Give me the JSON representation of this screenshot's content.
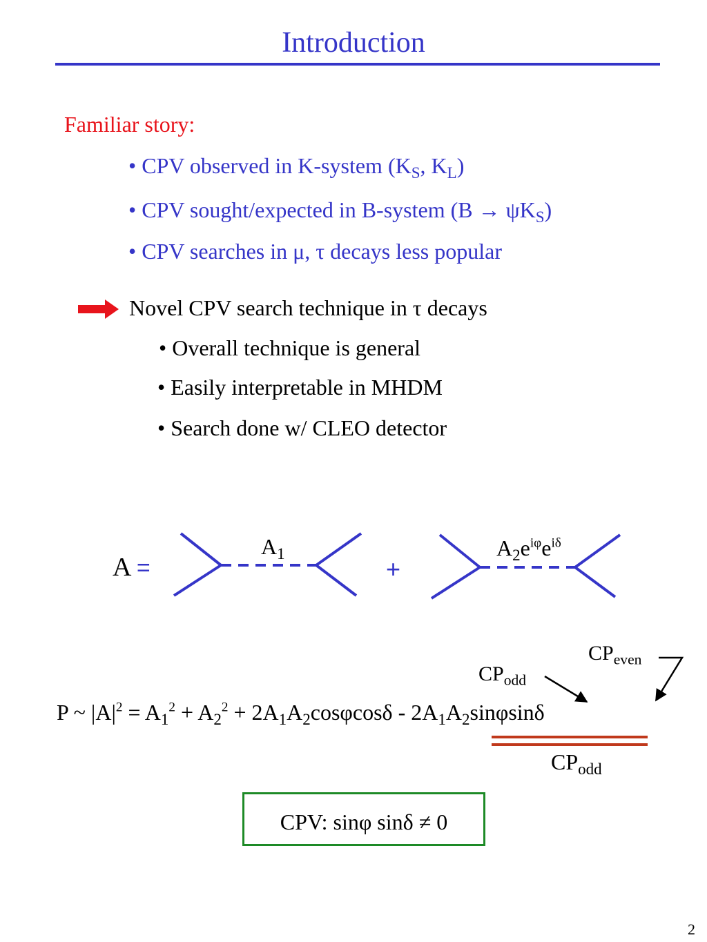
{
  "slide": {
    "title": "Introduction",
    "page_number": "2"
  },
  "familiar": {
    "heading": "Familiar story:",
    "b1_pre": "• CPV observed in K-system  (K",
    "b1_s": "S",
    "b1_mid": ", K",
    "b1_l": "L",
    "b1_post": ")",
    "b2_pre": "• CPV sought/expected in B-system  (B → ψK",
    "b2_s": "S",
    "b2_post": ")",
    "b3": "• CPV searches in  μ, τ decays less popular"
  },
  "novel": {
    "text": "Novel CPV search technique  in τ decays",
    "b1": "• Overall technique is general",
    "b2": "• Easily interpretable in MHDM",
    "b3": "• Search done w/ CLEO detector"
  },
  "diagram": {
    "lhs_a": "A",
    "lhs_eq": "=",
    "plus": "+",
    "a1_base": "A",
    "a1_sub": "1",
    "a2_base": "A",
    "a2_sub": "2",
    "a2_e1": "e",
    "a2_exp1": "iφ",
    "a2_e2": "e",
    "a2_exp2": "iδ"
  },
  "equation": {
    "p1": "P ~ |A|",
    "p1_sup": "2",
    "p2": "  =  A",
    "p2_sub": "1",
    "p2_sup": "2",
    "p3": " + A",
    "p3_sub": "2",
    "p3_sup": "2",
    "p4": " + 2A",
    "p4_sub": "1",
    "p5": "A",
    "p5_sub": "2",
    "p6": "cosφcosδ - 2A",
    "p6_sub": "1",
    "p7": "A",
    "p7_sub": "2",
    "p8": "sinφsinδ"
  },
  "labels": {
    "cp_even_base": "CP",
    "cp_even_sub": "even",
    "cp_odd_top_base": "CP",
    "cp_odd_top_sub": "odd",
    "cp_odd_bottom_base": "CP",
    "cp_odd_bottom_sub": "odd"
  },
  "conclusion": {
    "text": "CPV: sinφ sinδ ≠ 0"
  },
  "colors": {
    "title_blue": "#3535c8",
    "heading_red": "#e8141c",
    "underline_red": "#c0391c",
    "box_green": "#1d8a26"
  }
}
